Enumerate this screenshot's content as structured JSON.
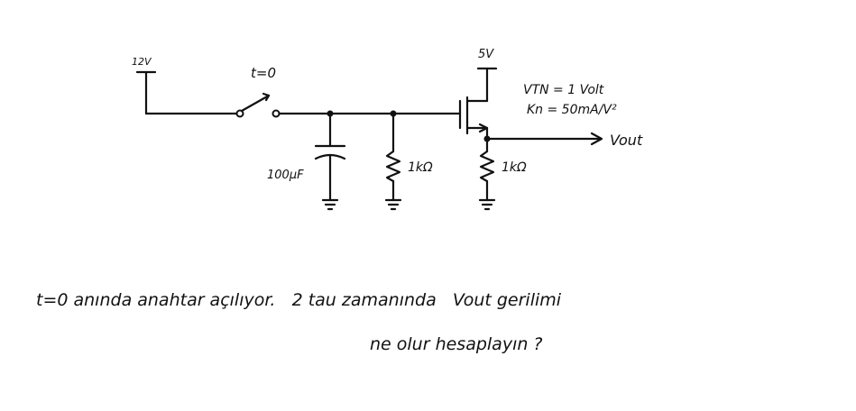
{
  "circuit": {
    "source_voltage_label": "12V",
    "supply_voltage_label": "5V",
    "switch_time_label": "t=0",
    "capacitor_label": "100μF",
    "resistor_gate_label": "1kΩ",
    "resistor_source_label": "1kΩ",
    "vtn_label": "VTN = 1 Volt",
    "kn_label": "Kn = 50mA/V²",
    "output_label": "Vout"
  },
  "question": {
    "line1": "t=0 anında anahtar açılıyor.   2 tau zamanında   Vout gerilimi",
    "line2": "ne olur hesaplayın ?"
  }
}
